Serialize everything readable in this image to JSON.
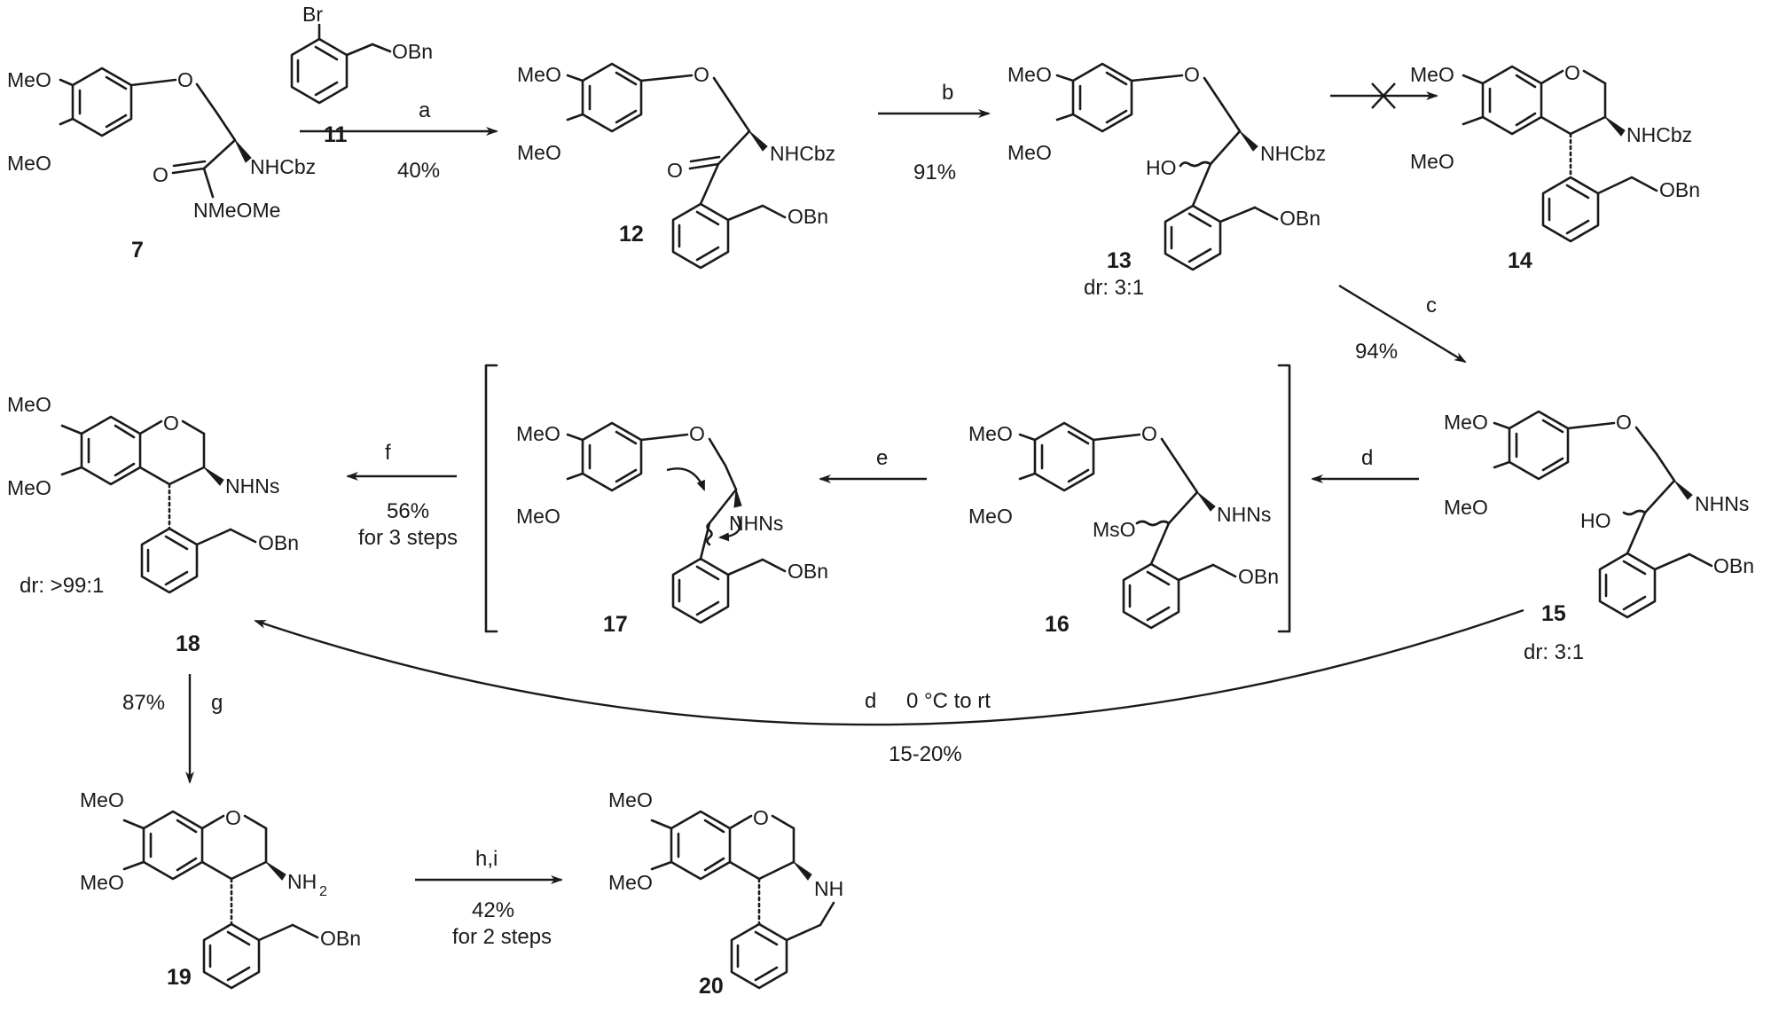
{
  "compounds": {
    "c7": {
      "number": "7",
      "labels": [
        "MeO",
        "MeO",
        "O",
        "O",
        "NHCbz",
        "NMeOMe"
      ]
    },
    "c11": {
      "number": "11",
      "labels": [
        "Br",
        "OBn"
      ]
    },
    "c12": {
      "number": "12",
      "labels": [
        "MeO",
        "MeO",
        "O",
        "O",
        "NHCbz",
        "OBn"
      ]
    },
    "c13": {
      "number": "13",
      "note": "dr: 3:1",
      "labels": [
        "MeO",
        "MeO",
        "O",
        "HO",
        "NHCbz",
        "OBn"
      ]
    },
    "c14": {
      "number": "14",
      "labels": [
        "MeO",
        "MeO",
        "O",
        "NHCbz",
        "OBn"
      ]
    },
    "c15": {
      "number": "15",
      "note": "dr: 3:1",
      "labels": [
        "MeO",
        "MeO",
        "O",
        "HO",
        "NHNs",
        "OBn"
      ]
    },
    "c16": {
      "number": "16",
      "labels": [
        "MeO",
        "MeO",
        "O",
        "MsO",
        "NHNs",
        "OBn"
      ]
    },
    "c17": {
      "number": "17",
      "labels": [
        "MeO",
        "MeO",
        "O",
        "NHNs",
        "OBn"
      ]
    },
    "c18": {
      "number": "18",
      "note": "dr: >99:1",
      "labels": [
        "MeO",
        "MeO",
        "O",
        "NHNs",
        "OBn"
      ]
    },
    "c19": {
      "number": "19",
      "labels": [
        "MeO",
        "MeO",
        "O",
        "NH",
        "2",
        "OBn"
      ]
    },
    "c20": {
      "number": "20",
      "labels": [
        "MeO",
        "MeO",
        "O",
        "NH"
      ]
    }
  },
  "arrows": {
    "a": {
      "label": "a",
      "yield": "40%"
    },
    "b": {
      "label": "b",
      "yield": "91%"
    },
    "c": {
      "label": "c",
      "yield": "94%"
    },
    "d": {
      "label": "d"
    },
    "e": {
      "label": "e"
    },
    "f": {
      "label": "f",
      "yield": "56%",
      "yield2": "for 3 steps"
    },
    "g": {
      "label": "g",
      "yield": "87%"
    },
    "hi": {
      "label": "h,i",
      "yield": "42%",
      "yield2": "for 2 steps"
    },
    "dcurve": {
      "label": "d",
      "cond": "0 °C to rt",
      "yield": "15-20%"
    }
  }
}
